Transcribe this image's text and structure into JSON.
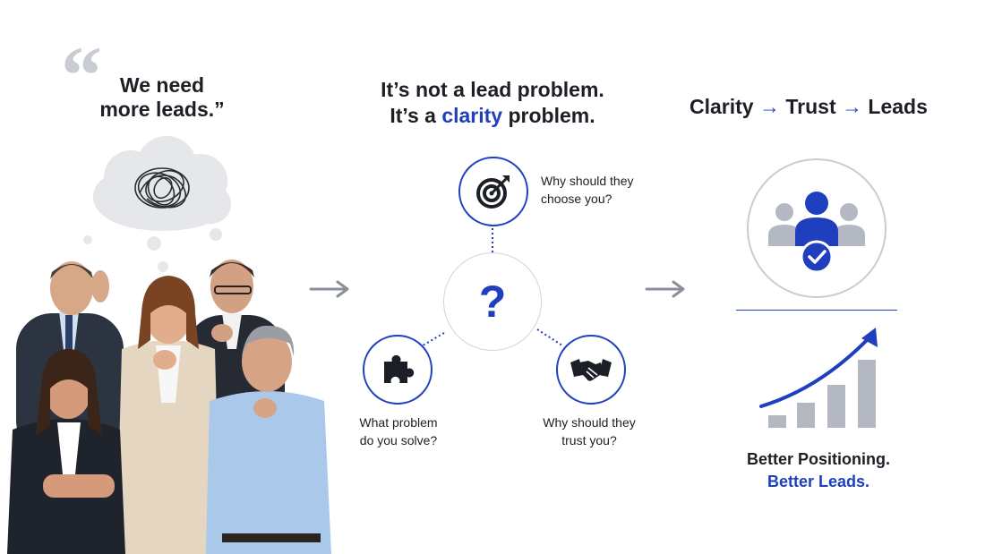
{
  "left": {
    "quote_mark": "“",
    "quote_line1": "We need",
    "quote_line2": "more leads.”"
  },
  "middle": {
    "title_line1": "It’s not a lead problem.",
    "title_line2_prefix": "It’s a ",
    "title_line2_accent": "clarity",
    "title_line2_suffix": " problem.",
    "center_symbol": "?",
    "top_label_line1": "Why should they",
    "top_label_line2": "choose you?",
    "left_label_line1": "What problem",
    "left_label_line2": "do you solve?",
    "right_label_line1": "Why should they",
    "right_label_line2": "trust you?"
  },
  "right": {
    "title_word1": "Clarity",
    "title_arrow1": "→",
    "title_word2": "Trust",
    "title_arrow2": "→",
    "title_word3": "Leads",
    "bottom_line1": "Better Positioning.",
    "bottom_line2": "Better Leads."
  },
  "colors": {
    "accent": "#1f3fbf",
    "gray": "#b4b8c2",
    "text": "#1c1f26"
  },
  "icons": {
    "thought_cloud": "scribble-cloud-icon",
    "top": "target-icon",
    "left": "puzzle-piece-icon",
    "right": "handshake-icon",
    "team": "team-check-icon",
    "growth": "growth-chart-icon"
  }
}
